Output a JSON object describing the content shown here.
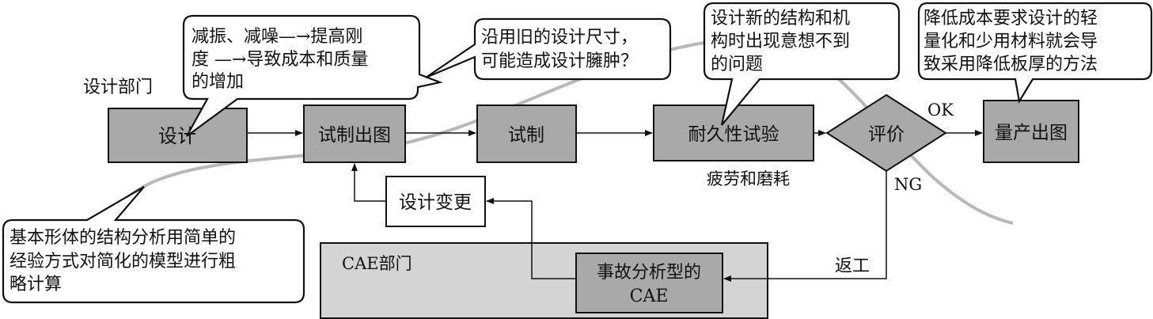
{
  "diagram": {
    "department_label": "设计部门",
    "cae_department_label": "CAE部门",
    "nodes": {
      "design": "设计",
      "trial_drawing": "试制出图",
      "trial": "试制",
      "durability_test": "耐久性试验",
      "evaluation": "评价",
      "production_drawing": "量产出图",
      "design_change": "设计变更",
      "accident_cae_line1": "事故分析型的",
      "accident_cae_line2": "CAE"
    },
    "edge_labels": {
      "ok": "OK",
      "ng": "NG",
      "return": "返工",
      "fatigue": "疲劳和磨耗"
    },
    "callouts": {
      "vibration": [
        "减振、减噪—→提高刚",
        "度 —→导致成本和质量",
        "的增加"
      ],
      "old_dimensions": [
        "沿用旧的设计尺寸，",
        "可能造成设计臃肿？"
      ],
      "new_structure": [
        "设计新的结构和机",
        "构时出现意想不到",
        "的问题"
      ],
      "cost_reduction": [
        "降低成本要求设计的轻",
        "量化和少用材料就会导",
        "致采用降低板厚的方法"
      ],
      "simple_analysis": [
        "基本形体的结构分析用简单的",
        "经验方式对简化的模型进行粗",
        "略计算"
      ]
    },
    "colors": {
      "box_fill": "#a9a9a9",
      "cae_region_fill": "#d4d4d4",
      "curve": "#b8b8b8",
      "stroke": "#111111"
    }
  }
}
